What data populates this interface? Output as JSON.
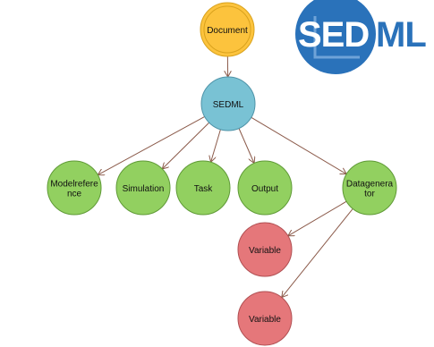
{
  "diagram": {
    "nodes": [
      {
        "id": "document",
        "lines": [
          "Document"
        ],
        "fill": "#fcc33d",
        "stroke": "#d9a21d",
        "double_ring": true
      },
      {
        "id": "sedml",
        "lines": [
          "SEDML"
        ],
        "fill": "#79c2d4",
        "stroke": "#4e93a8",
        "double_ring": false
      },
      {
        "id": "modelreference",
        "lines": [
          "Modelrefere",
          "nce"
        ],
        "fill": "#92d060",
        "stroke": "#5f9a36",
        "double_ring": false
      },
      {
        "id": "simulation",
        "lines": [
          "Simulation"
        ],
        "fill": "#92d060",
        "stroke": "#5f9a36",
        "double_ring": false
      },
      {
        "id": "task",
        "lines": [
          "Task"
        ],
        "fill": "#92d060",
        "stroke": "#5f9a36",
        "double_ring": false
      },
      {
        "id": "output",
        "lines": [
          "Output"
        ],
        "fill": "#92d060",
        "stroke": "#5f9a36",
        "double_ring": false
      },
      {
        "id": "datagenerator",
        "lines": [
          "Datagenera",
          "tor"
        ],
        "fill": "#92d060",
        "stroke": "#5f9a36",
        "double_ring": false
      },
      {
        "id": "variable1",
        "lines": [
          "Variable"
        ],
        "fill": "#e5777a",
        "stroke": "#b04f52",
        "double_ring": false
      },
      {
        "id": "variable2",
        "lines": [
          "Variable"
        ],
        "fill": "#e5777a",
        "stroke": "#b04f52",
        "double_ring": false
      }
    ],
    "edges": [
      {
        "from": "document",
        "to": "sedml"
      },
      {
        "from": "sedml",
        "to": "modelreference"
      },
      {
        "from": "sedml",
        "to": "simulation"
      },
      {
        "from": "sedml",
        "to": "task"
      },
      {
        "from": "sedml",
        "to": "output"
      },
      {
        "from": "sedml",
        "to": "datagenerator"
      },
      {
        "from": "datagenerator",
        "to": "variable1"
      },
      {
        "from": "datagenerator",
        "to": "variable2"
      }
    ],
    "edge_color": "#8b5a4a"
  },
  "logo": {
    "sed_text": "SED",
    "ml_text": "ML",
    "circle_color": "#2a72ba",
    "ml_color": "#2a72ba"
  }
}
